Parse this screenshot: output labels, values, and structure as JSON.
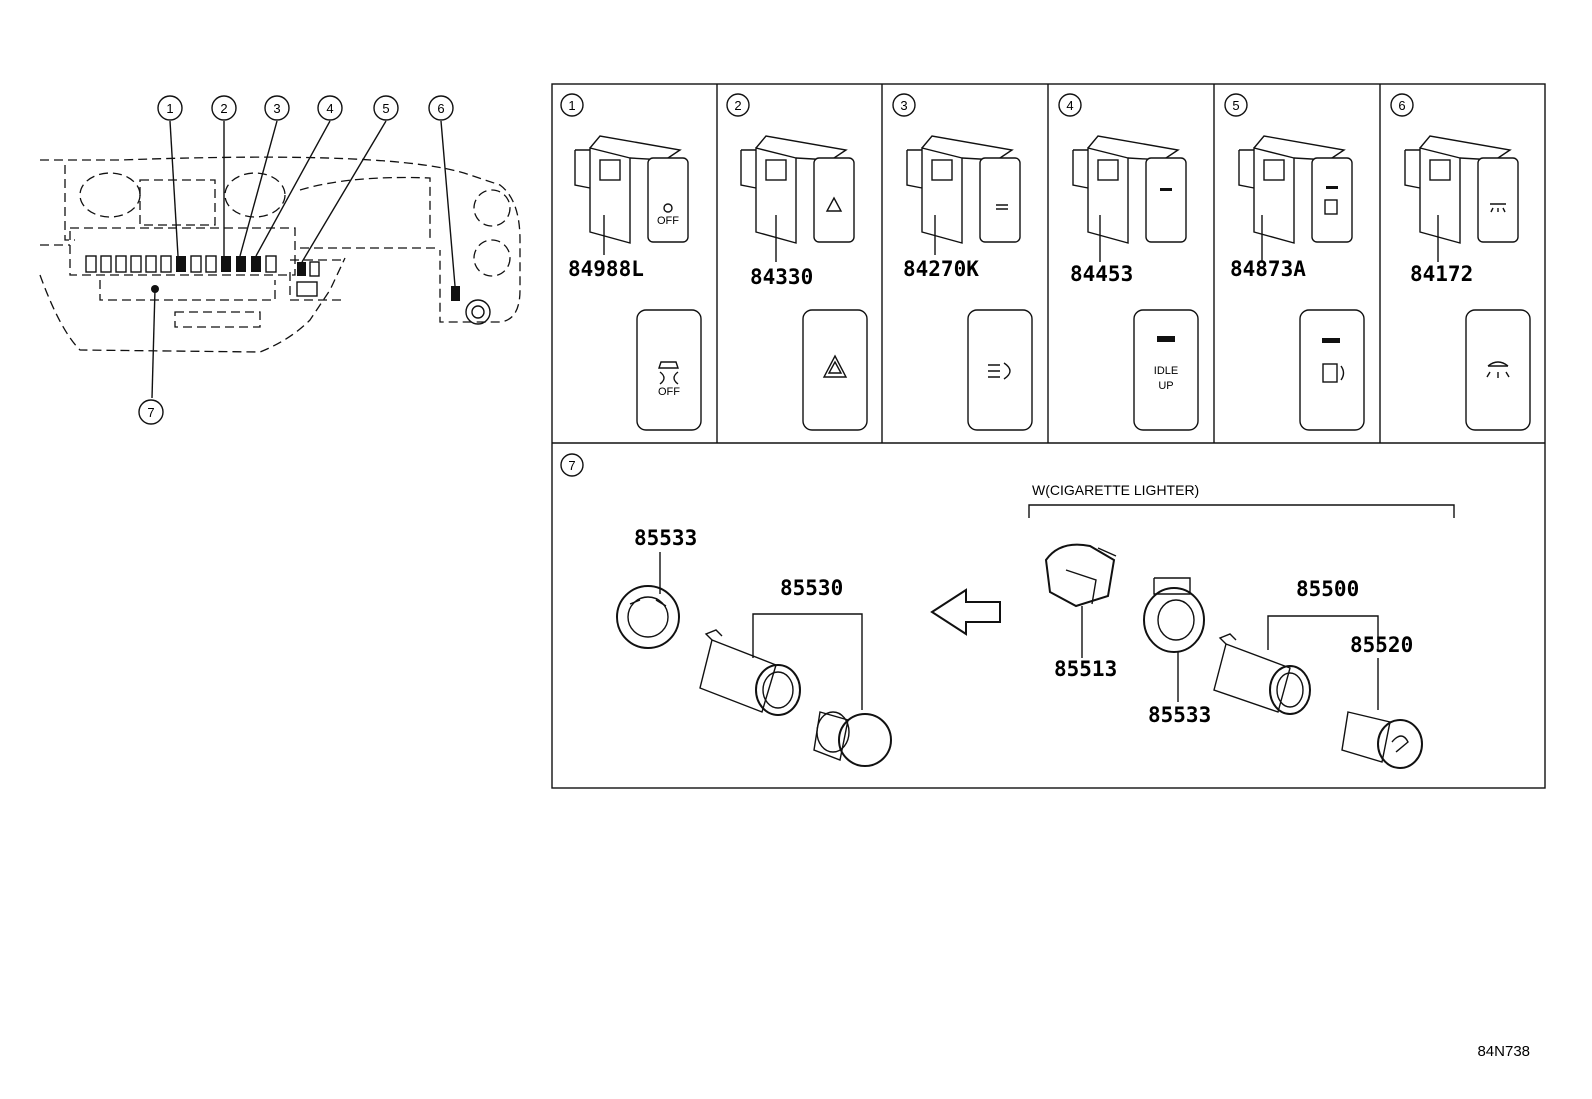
{
  "diagram_ref": "84N738",
  "overview": {
    "callouts": [
      "1",
      "2",
      "3",
      "4",
      "5",
      "6",
      "7"
    ]
  },
  "panels": [
    {
      "callout": "1",
      "part_number": "84988L",
      "icon_text": "OFF"
    },
    {
      "callout": "2",
      "part_number": "84330",
      "icon_text": ""
    },
    {
      "callout": "3",
      "part_number": "84270K",
      "icon_text": ""
    },
    {
      "callout": "4",
      "part_number": "84453",
      "icon_text_line1": "IDLE",
      "icon_text_line2": "UP"
    },
    {
      "callout": "5",
      "part_number": "84873A",
      "icon_text": ""
    },
    {
      "callout": "6",
      "part_number": "84172",
      "icon_text": ""
    }
  ],
  "lighter_section": {
    "callout": "7",
    "variant_label": "W(CIGARETTE LIGHTER)",
    "left_group": {
      "ring_part": "85533",
      "socket_part": "85530"
    },
    "right_group": {
      "bracket_part": "85513",
      "ring_part": "85533",
      "socket_part": "85500",
      "lighter_part": "85520"
    }
  }
}
